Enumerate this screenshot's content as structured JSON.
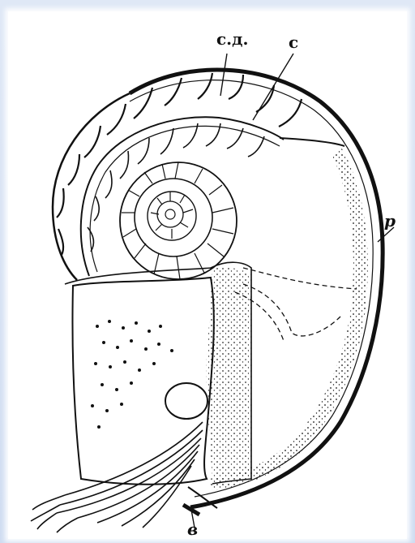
{
  "labels": {
    "septal_tube": "с.д.",
    "septum": "с",
    "shell_edge": "р",
    "funnel": "в"
  },
  "colors": {
    "ink": "#111111",
    "paper": "#ffffff",
    "frame": "#d8e3f4"
  }
}
